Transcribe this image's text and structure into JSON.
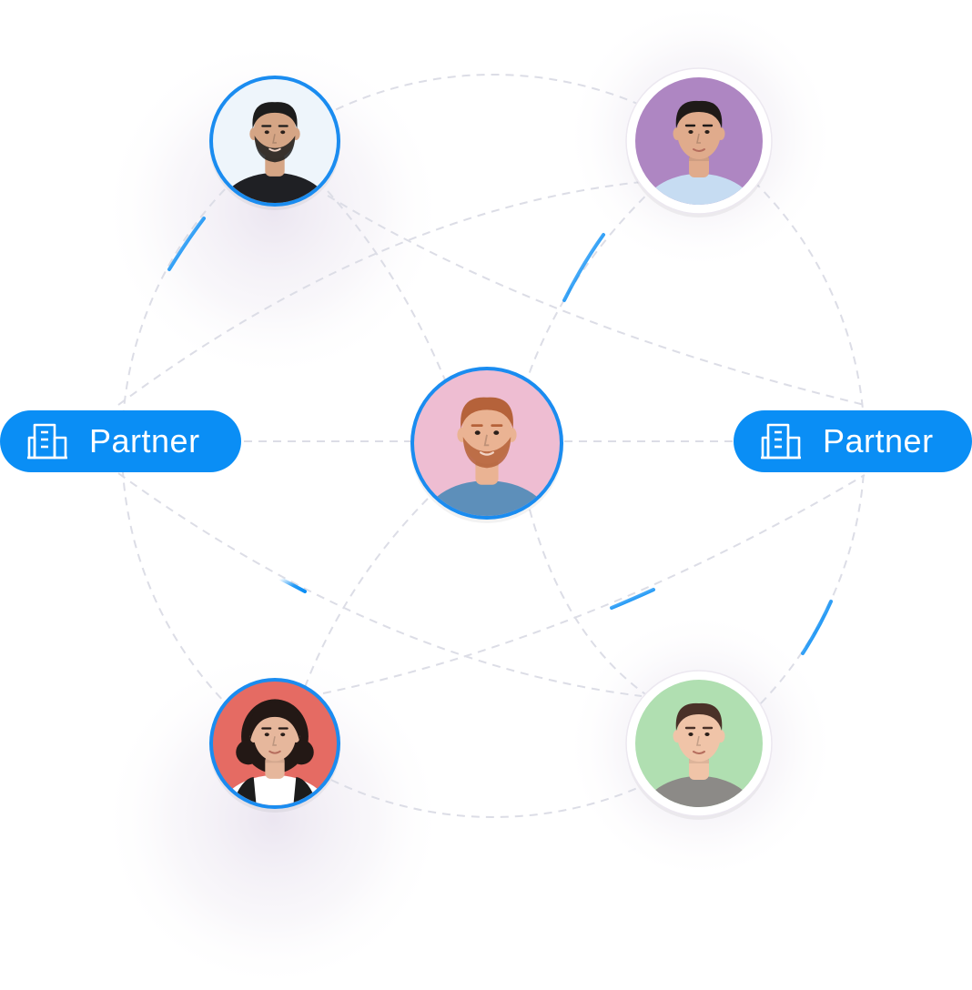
{
  "diagram": {
    "partners": [
      {
        "id": "partner-left",
        "label": "Partner",
        "icon": "building-icon"
      },
      {
        "id": "partner-right",
        "label": "Partner",
        "icon": "building-icon"
      }
    ],
    "people": [
      {
        "id": "center",
        "role": "hub",
        "bg_color": "#eebdd2",
        "ring_color": "#1a8cf0",
        "hair_color": "#b5623a",
        "skin_color": "#eab393",
        "shirt_color": "#5d8fba",
        "beard": true,
        "hair_style": "short",
        "icon": "person-icon"
      },
      {
        "id": "top-left",
        "role": "member",
        "bg_color": "#eef5fb",
        "ring_color": "#1a8cf0",
        "hair_color": "#1c1c1c",
        "skin_color": "#d5a585",
        "shirt_color": "#1f2024",
        "beard": true,
        "hair_style": "short",
        "icon": "person-icon"
      },
      {
        "id": "top-right",
        "role": "member",
        "bg_color": "#ae86c2",
        "ring_color": "#ffffff",
        "hair_color": "#1f1a18",
        "skin_color": "#e0ab8c",
        "shirt_color": "#c6dcf2",
        "beard": false,
        "hair_style": "short",
        "icon": "person-icon"
      },
      {
        "id": "bottom-left",
        "role": "member",
        "bg_color": "#e56b63",
        "ring_color": "#1a8cf0",
        "hair_color": "#231815",
        "skin_color": "#e6b79c",
        "shirt_color": "#ffffff",
        "beard": false,
        "hair_style": "curly",
        "icon": "person-icon"
      },
      {
        "id": "bottom-right",
        "role": "member",
        "bg_color": "#b0dfb1",
        "ring_color": "#ffffff",
        "hair_color": "#4a3128",
        "skin_color": "#f0c4a8",
        "shirt_color": "#8c8a87",
        "beard": false,
        "hair_style": "short",
        "icon": "person-icon"
      }
    ],
    "connections": [
      [
        "partner-left",
        "center"
      ],
      [
        "center",
        "partner-right"
      ],
      [
        "top-left",
        "center"
      ],
      [
        "top-right",
        "center"
      ],
      [
        "bottom-left",
        "center"
      ],
      [
        "bottom-right",
        "center"
      ],
      [
        "top-left",
        "partner-right"
      ],
      [
        "top-right",
        "partner-left"
      ],
      [
        "bottom-left",
        "partner-right"
      ],
      [
        "bottom-right",
        "partner-left"
      ]
    ],
    "colors": {
      "accent": "#0a8ef5",
      "dash": "#d9dbe4",
      "glow": "#ece6f2"
    }
  }
}
